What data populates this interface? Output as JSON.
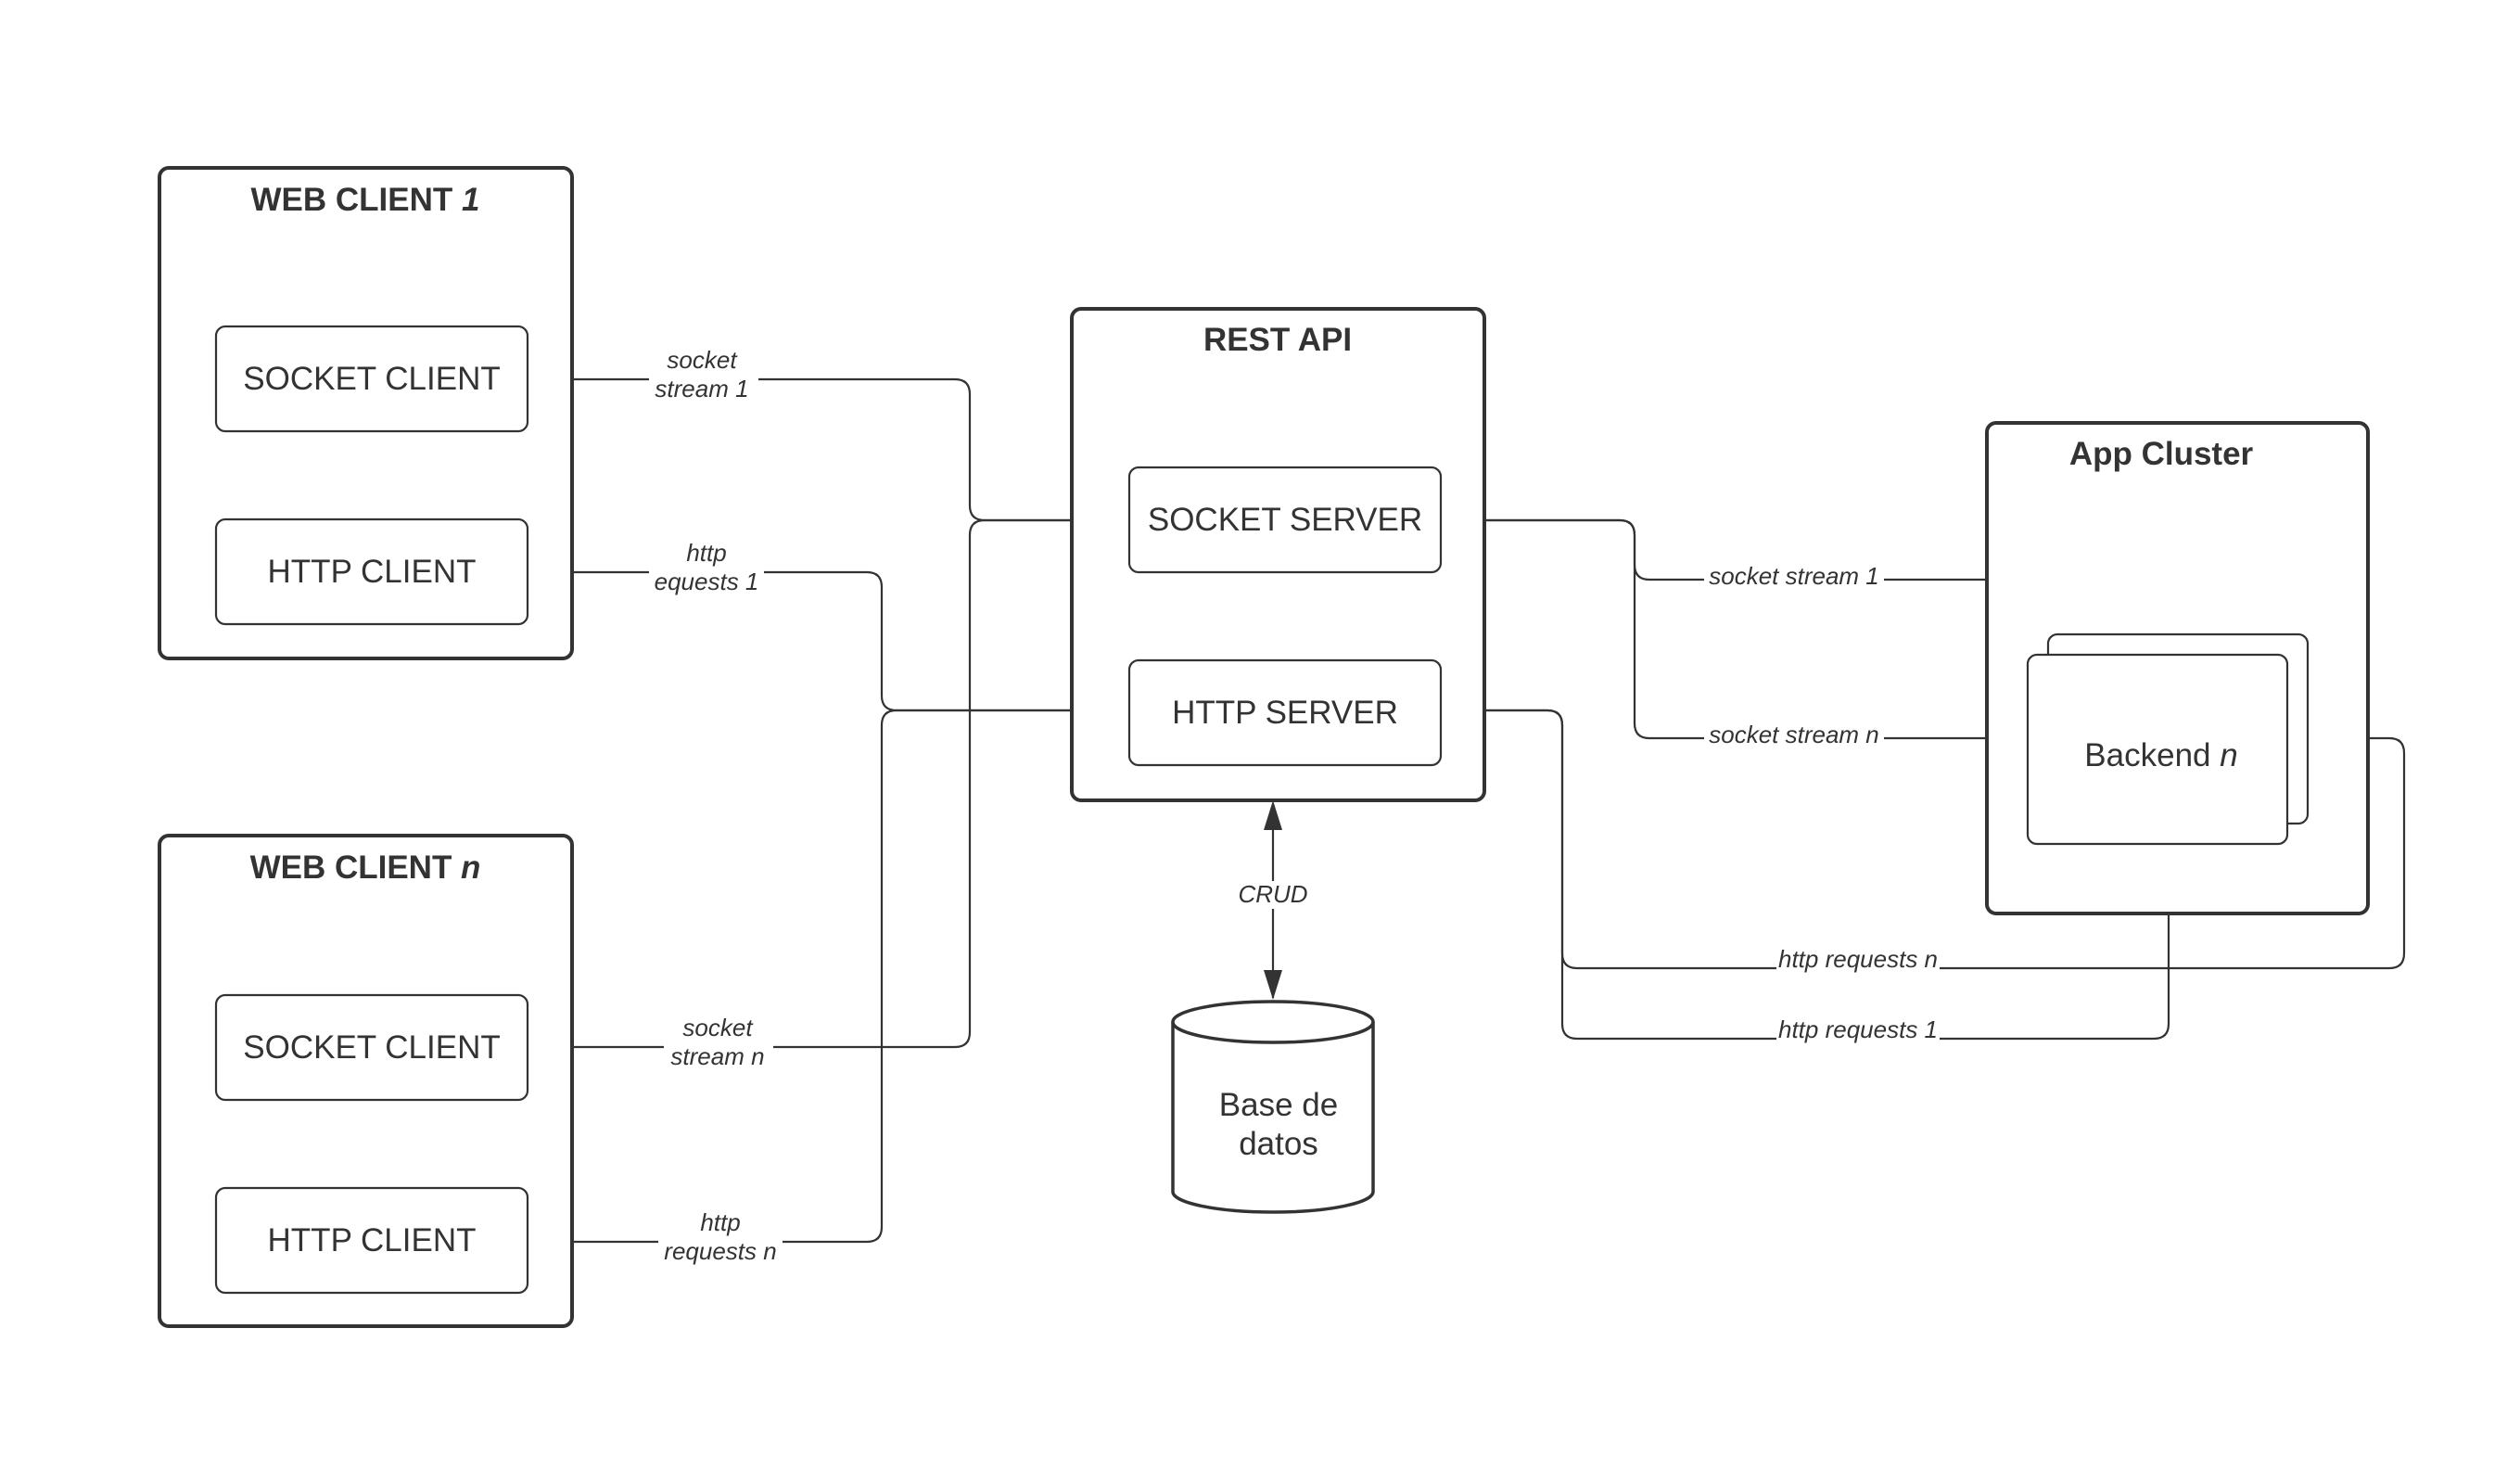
{
  "diagram": {
    "web_client_1": {
      "title": "WEB CLIENT ",
      "title_index": "1",
      "socket_client": "SOCKET CLIENT",
      "http_client": "HTTP CLIENT"
    },
    "web_client_n": {
      "title": "WEB CLIENT ",
      "title_index": "n",
      "socket_client": "SOCKET CLIENT",
      "http_client": "HTTP CLIENT"
    },
    "rest_api": {
      "title": "REST API",
      "socket_server": "SOCKET SERVER",
      "http_server": "HTTP SERVER"
    },
    "database": {
      "line1": "Base de",
      "line2": "datos"
    },
    "app_cluster": {
      "title": "App Cluster",
      "backend_label": "Backend ",
      "backend_index": "n"
    },
    "edge_labels": {
      "socket_stream_1_a": "socket",
      "socket_stream_1_b": "stream 1",
      "http_requests_1_a": "http",
      "http_requests_1_b": "equests 1",
      "socket_stream_n_a": "socket",
      "socket_stream_n_b": "stream n",
      "http_requests_n_a": "http",
      "http_requests_n_b": "requests n",
      "crud": "CRUD",
      "cluster_socket_stream_1": "socket stream 1",
      "cluster_socket_stream_n": "socket stream n",
      "cluster_http_requests_n": "http requests n",
      "cluster_http_requests_1": "http requests 1"
    }
  },
  "colors": {
    "stroke": "#333333",
    "background": "#ffffff"
  }
}
